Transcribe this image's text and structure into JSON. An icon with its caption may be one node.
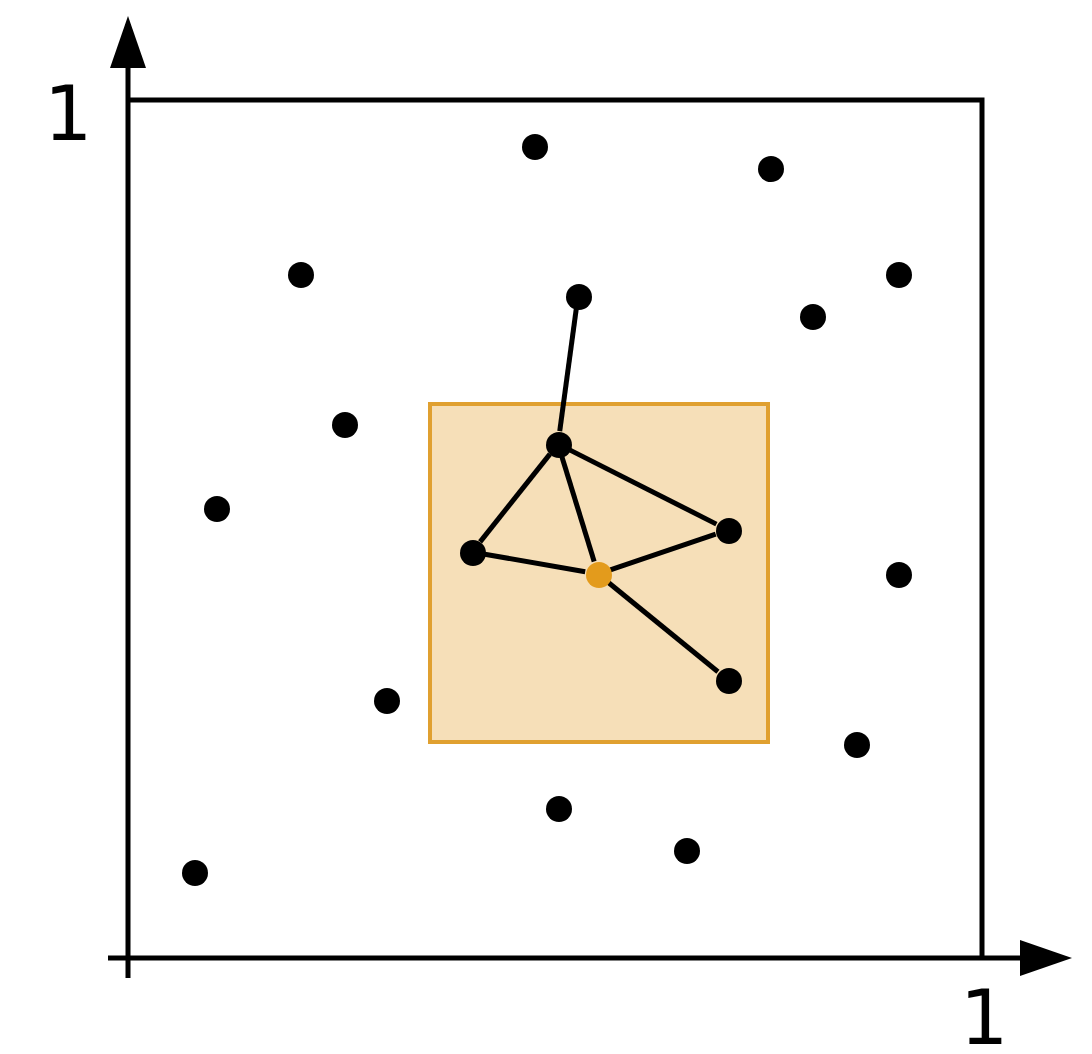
{
  "diagram": {
    "nodes": [
      {
        "text": [],
        "shape": "box"
      },
      {
        "text": [],
        "shape": "circle"
      },
      {
        "text": [],
        "shape": "circle"
      },
      {
        "text": [],
        "shape": "circle"
      },
      {
        "text": [],
        "shape": "circle"
      },
      {
        "text": [],
        "shape": "circle"
      },
      {
        "text": [],
        "shape": "circle"
      },
      {
        "text": [],
        "shape": "circle"
      },
      {
        "text": [],
        "shape": "circle",
        "in": 0
      },
      {
        "text": [],
        "shape": "circle"
      },
      {
        "text": [],
        "shape": "circle",
        "in": 0
      },
      {
        "text": [],
        "shape": "circle",
        "in": 0
      },
      {
        "text": [],
        "shape": "circle",
        "in": 0
      },
      {
        "text": [],
        "shape": "circle"
      },
      {
        "text": [],
        "shape": "circle",
        "in": 0
      },
      {
        "text": [],
        "shape": "circle"
      },
      {
        "text": [],
        "shape": "circle"
      },
      {
        "text": [],
        "shape": "circle"
      },
      {
        "text": [],
        "shape": "circle"
      },
      {
        "text": [],
        "shape": "circle"
      }
    ],
    "edges": [
      {
        "from": 5,
        "to": 8,
        "arrow": "none"
      },
      {
        "from": 8,
        "to": 11,
        "arrow": "none"
      },
      {
        "from": 8,
        "to": 10,
        "arrow": "none"
      },
      {
        "from": 8,
        "to": 12,
        "arrow": "none"
      },
      {
        "from": 11,
        "to": 12,
        "arrow": "none"
      },
      {
        "from": 12,
        "to": 10,
        "arrow": "none"
      },
      {
        "from": 12,
        "to": 14,
        "arrow": "none"
      }
    ],
    "labels": [
      "1",
      "1"
    ]
  }
}
